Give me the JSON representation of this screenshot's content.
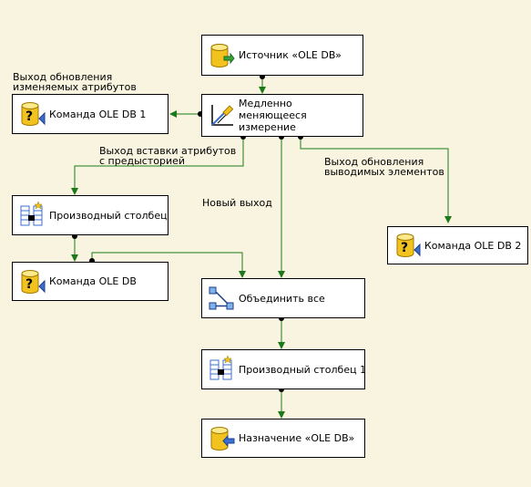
{
  "nodes": {
    "source": {
      "label": "Источник «OLE DB»",
      "icon": "ole-db-source-icon"
    },
    "scd": {
      "label": "Медленно меняющееся измерение",
      "icon": "slowly-changing-dimension-icon"
    },
    "cmd1": {
      "label": "Команда OLE DB 1",
      "icon": "ole-db-command-icon"
    },
    "derived": {
      "label": "Производный столбец",
      "icon": "derived-column-icon"
    },
    "cmd": {
      "label": "Команда OLE DB",
      "icon": "ole-db-command-icon"
    },
    "union": {
      "label": "Объединить все",
      "icon": "union-all-icon"
    },
    "cmd2": {
      "label": "Команда OLE DB 2",
      "icon": "ole-db-command-icon"
    },
    "derived1": {
      "label": "Производный столбец 1",
      "icon": "derived-column-icon"
    },
    "dest": {
      "label": "Назначение «OLE DB»",
      "icon": "ole-db-destination-icon"
    }
  },
  "captions": {
    "changing": "Выход обновления\nизменяемых атрибутов",
    "historical": "Выход вставки атрибутов\nс предысторией",
    "inferred": "Выход обновления\nвыводимых элементов",
    "new": "Новый выход"
  },
  "colors": {
    "background": "#f8f4df",
    "arrow": "#1a7a1a",
    "anchor": "#000000"
  }
}
